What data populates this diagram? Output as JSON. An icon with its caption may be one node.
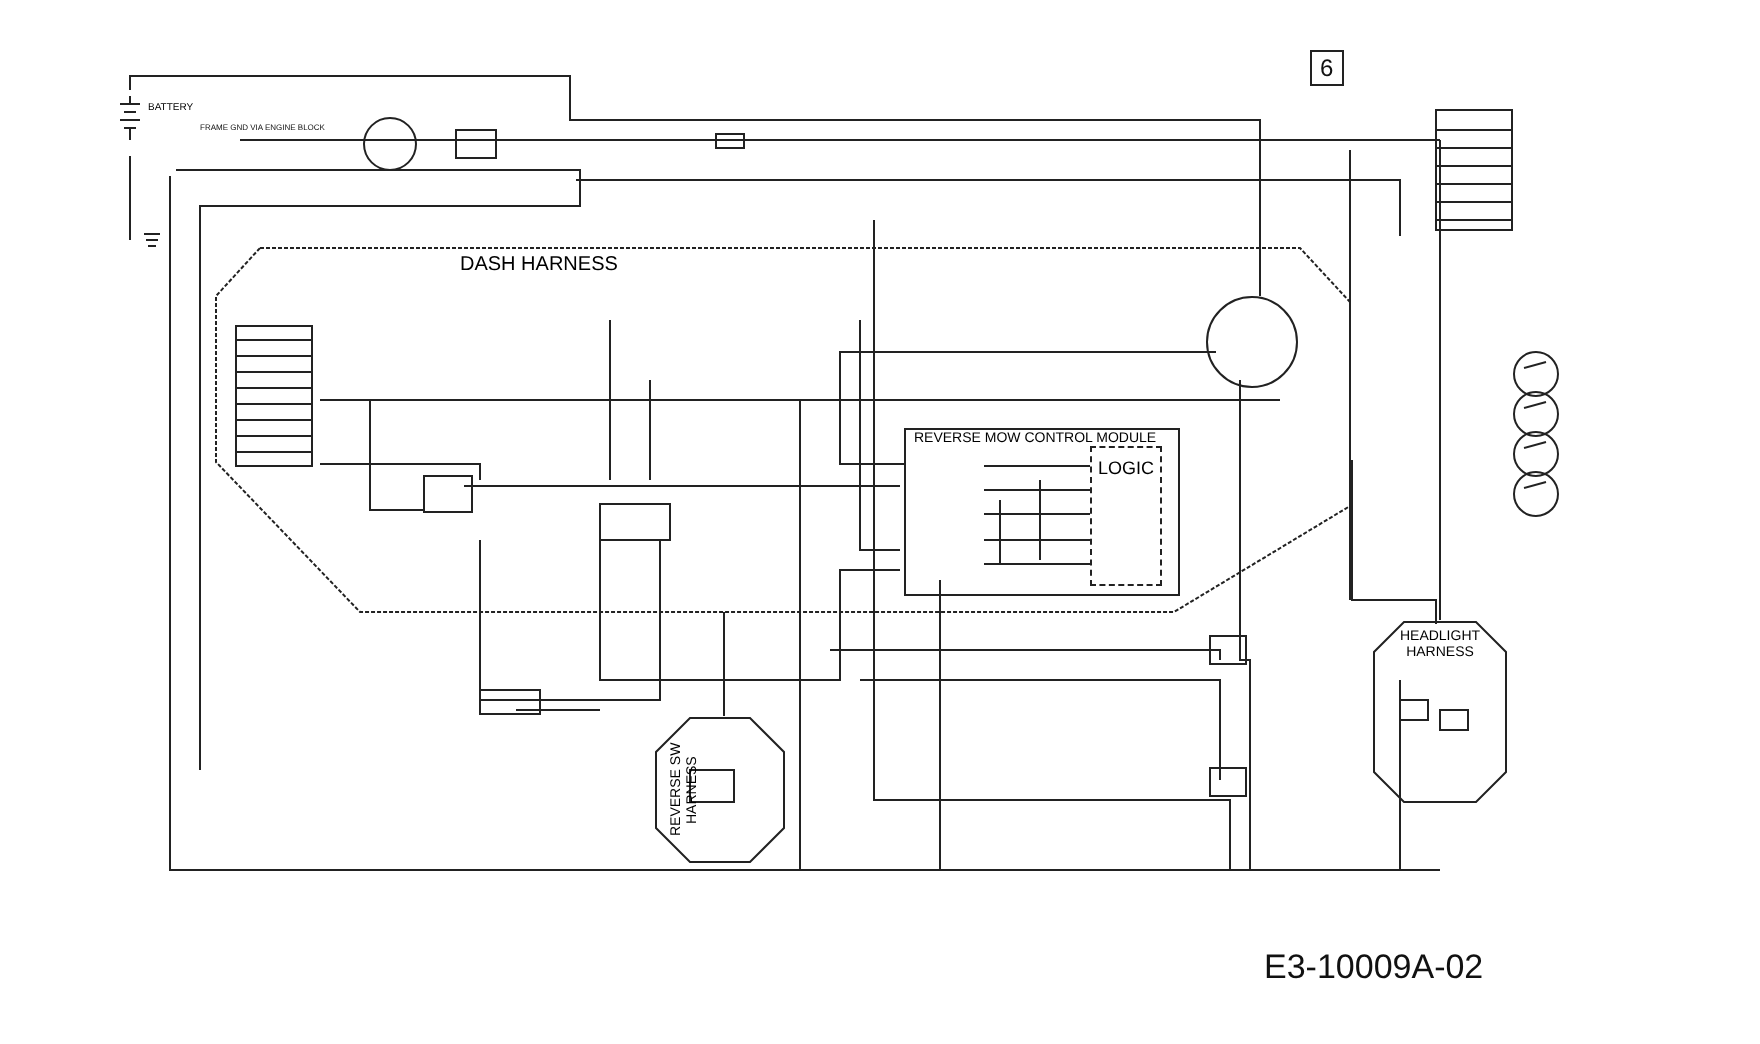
{
  "diagram": {
    "caption": "E3-10009A-02",
    "nodes": [
      {
        "text": [
          "DASH HARNESS"
        ]
      },
      {
        "text": [
          "REVERSE MOW CONTROL MODULE"
        ],
        "in": 0
      },
      {
        "text": [
          "LOGIC"
        ],
        "in": 1
      },
      {
        "text": [
          "REVERSE SW HARNESS"
        ]
      },
      {
        "text": [
          "HEADLIGHT HARNESS"
        ]
      },
      {
        "text": [
          "BATTERY"
        ]
      },
      {
        "text": [],
        "shape": "circle",
        "in": 0
      }
    ],
    "edges": [
      {
        "from": 5,
        "to": 6,
        "arrow": "none"
      },
      {
        "from": 6,
        "to": 1,
        "arrow": "none"
      },
      {
        "from": 0,
        "to": 3,
        "arrow": "none"
      },
      {
        "from": 0,
        "to": 4,
        "arrow": "none"
      }
    ],
    "labels": [
      "6",
      "FRAME GND VIA ENGINE BLOCK"
    ]
  }
}
